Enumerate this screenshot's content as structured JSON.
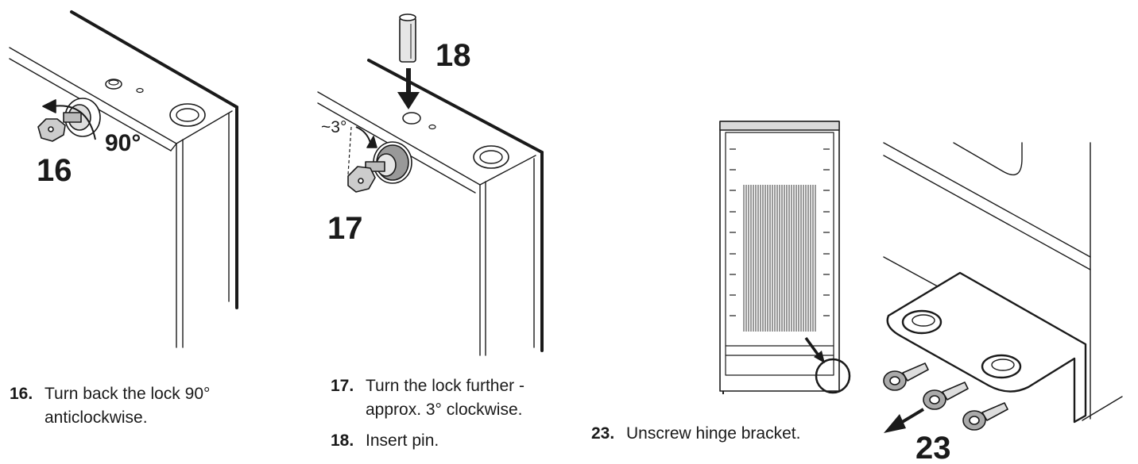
{
  "labels": {
    "step16": "16",
    "angle90": "90°",
    "step17": "17",
    "angle3": "~3°",
    "step18": "18",
    "step23": "23"
  },
  "captions": {
    "c16": {
      "num": "16.",
      "line1": "Turn back the lock 90°",
      "line2": "anticlockwise."
    },
    "c17": {
      "num": "17.",
      "line1": "Turn the lock further -",
      "line2": "approx. 3° clockwise."
    },
    "c18": {
      "num": "18.",
      "line1": "Insert pin."
    },
    "c23": {
      "num": "23.",
      "line1": "Unscrew hinge bracket."
    }
  }
}
